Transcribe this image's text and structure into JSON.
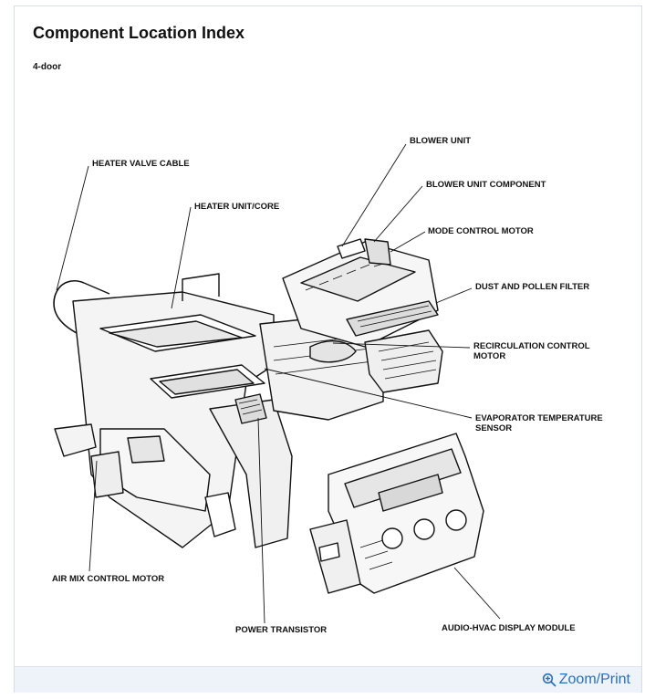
{
  "title": "Component Location Index",
  "subtitle": "4-door",
  "labels": {
    "heater_valve_cable": "HEATER VALVE CABLE",
    "heater_unit_core": "HEATER UNIT/CORE",
    "blower_unit": "BLOWER UNIT",
    "blower_unit_component": "BLOWER UNIT COMPONENT",
    "mode_control_motor": "MODE CONTROL MOTOR",
    "dust_pollen_filter": "DUST AND POLLEN FILTER",
    "recirc_motor_1": "RECIRCULATION CONTROL",
    "recirc_motor_2": "MOTOR",
    "evap_sensor_1": "EVAPORATOR TEMPERATURE",
    "evap_sensor_2": "SENSOR",
    "air_mix_motor": "AIR MIX CONTROL MOTOR",
    "power_transistor": "POWER TRANSISTOR",
    "audio_hvac_module": "AUDIO-HVAC DISPLAY MODULE"
  },
  "footer": {
    "zoom_label": "Zoom/Print",
    "zoom_icon": "zoom-in-icon"
  },
  "colors": {
    "link": "#2a6fb8",
    "footer_bg": "#eef3f9"
  }
}
